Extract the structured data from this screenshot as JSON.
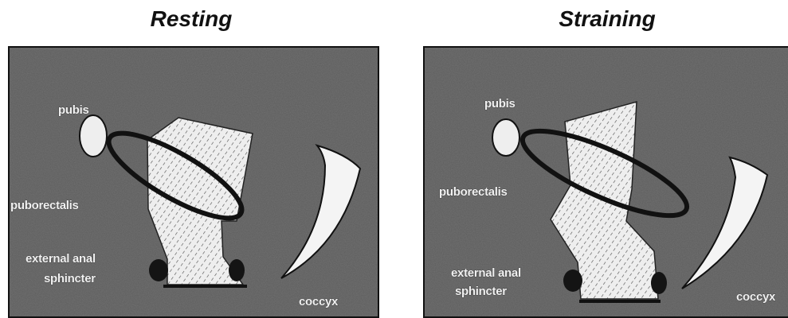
{
  "panels": [
    {
      "title": "Resting",
      "labels": {
        "pubis": "pubis",
        "puborectalis": "puborectalis",
        "sphincter_line1": "external anal",
        "sphincter_line2": "sphincter",
        "coccyx": "coccyx"
      }
    },
    {
      "title": "Straining",
      "labels": {
        "pubis": "pubis",
        "puborectalis": "puborectalis",
        "sphincter_line1": "external anal",
        "sphincter_line2": "sphincter",
        "coccyx": "coccyx"
      }
    }
  ],
  "colors": {
    "background": "#5a5a5a",
    "structure_fill": "#eeeeee",
    "outline": "#111111"
  }
}
